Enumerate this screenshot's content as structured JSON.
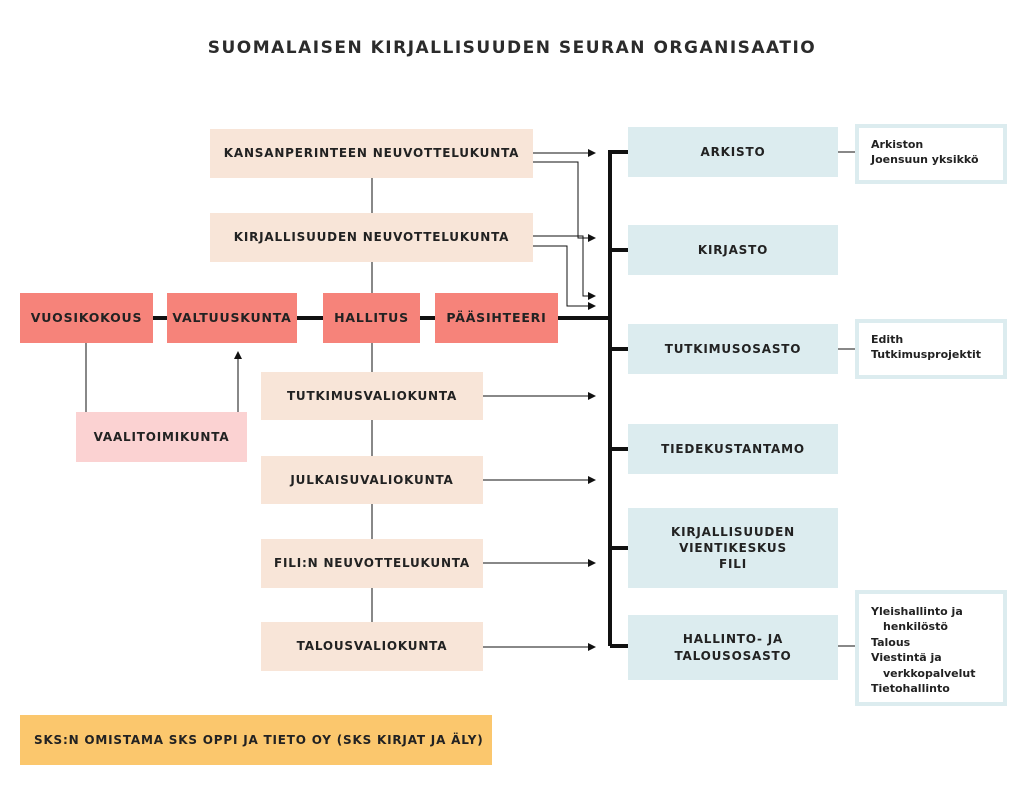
{
  "title": "SUOMALAISEN KIRJALLISUUDEN SEURAN ORGANISAATIO",
  "main_chain": [
    "VUOSIKOKOUS",
    "VALTUUSKUNTA",
    "HALLITUS",
    "PÄÄSIHTEERI"
  ],
  "vaalitoimikunta": "VAALITOIMIKUNTA",
  "neuvottelukunnat": [
    "KANSANPERINTEEN NEUVOTTELUKUNTA",
    "KIRJALLISUUDEN NEUVOTTELUKUNTA"
  ],
  "valiokunnat": [
    "TUTKIMUSVALIOKUNTA",
    "JULKAISUVALIOKUNTA",
    "FILI:N NEUVOTTELUKUNTA",
    "TALOUSVALIOKUNTA"
  ],
  "units": {
    "arkisto": "ARKISTO",
    "kirjasto": "KIRJASTO",
    "tutkimusosasto": "TUTKIMUSOSASTO",
    "tiedekustantamo": "TIEDEKUSTANTAMO",
    "fili": [
      "KIRJALLISUUDEN",
      "VIENTIKESKUS",
      "FILI"
    ],
    "hallinto": [
      "HALLINTO- JA",
      "TALOUSOSASTO"
    ]
  },
  "notes": {
    "arkisto": [
      "Arkiston",
      "Joensuun yksikkö"
    ],
    "tutkimus": [
      "Edith",
      "Tutkimusprojektit"
    ],
    "hallinto": [
      "Yleishallinto ja",
      "henkilöstö",
      "Talous",
      "Viestintä ja",
      "verkkopalvelut",
      "Tietohallinto"
    ]
  },
  "footer": "SKS:N OMISTAMA SKS OPPI JA TIETO OY (SKS KIRJAT JA ÄLY)",
  "colors": {
    "main": "#f6837a",
    "vaali": "#fbd2d2",
    "committee": "#f8e5d8",
    "unit": "#dcecef",
    "footer": "#fbc76d"
  }
}
